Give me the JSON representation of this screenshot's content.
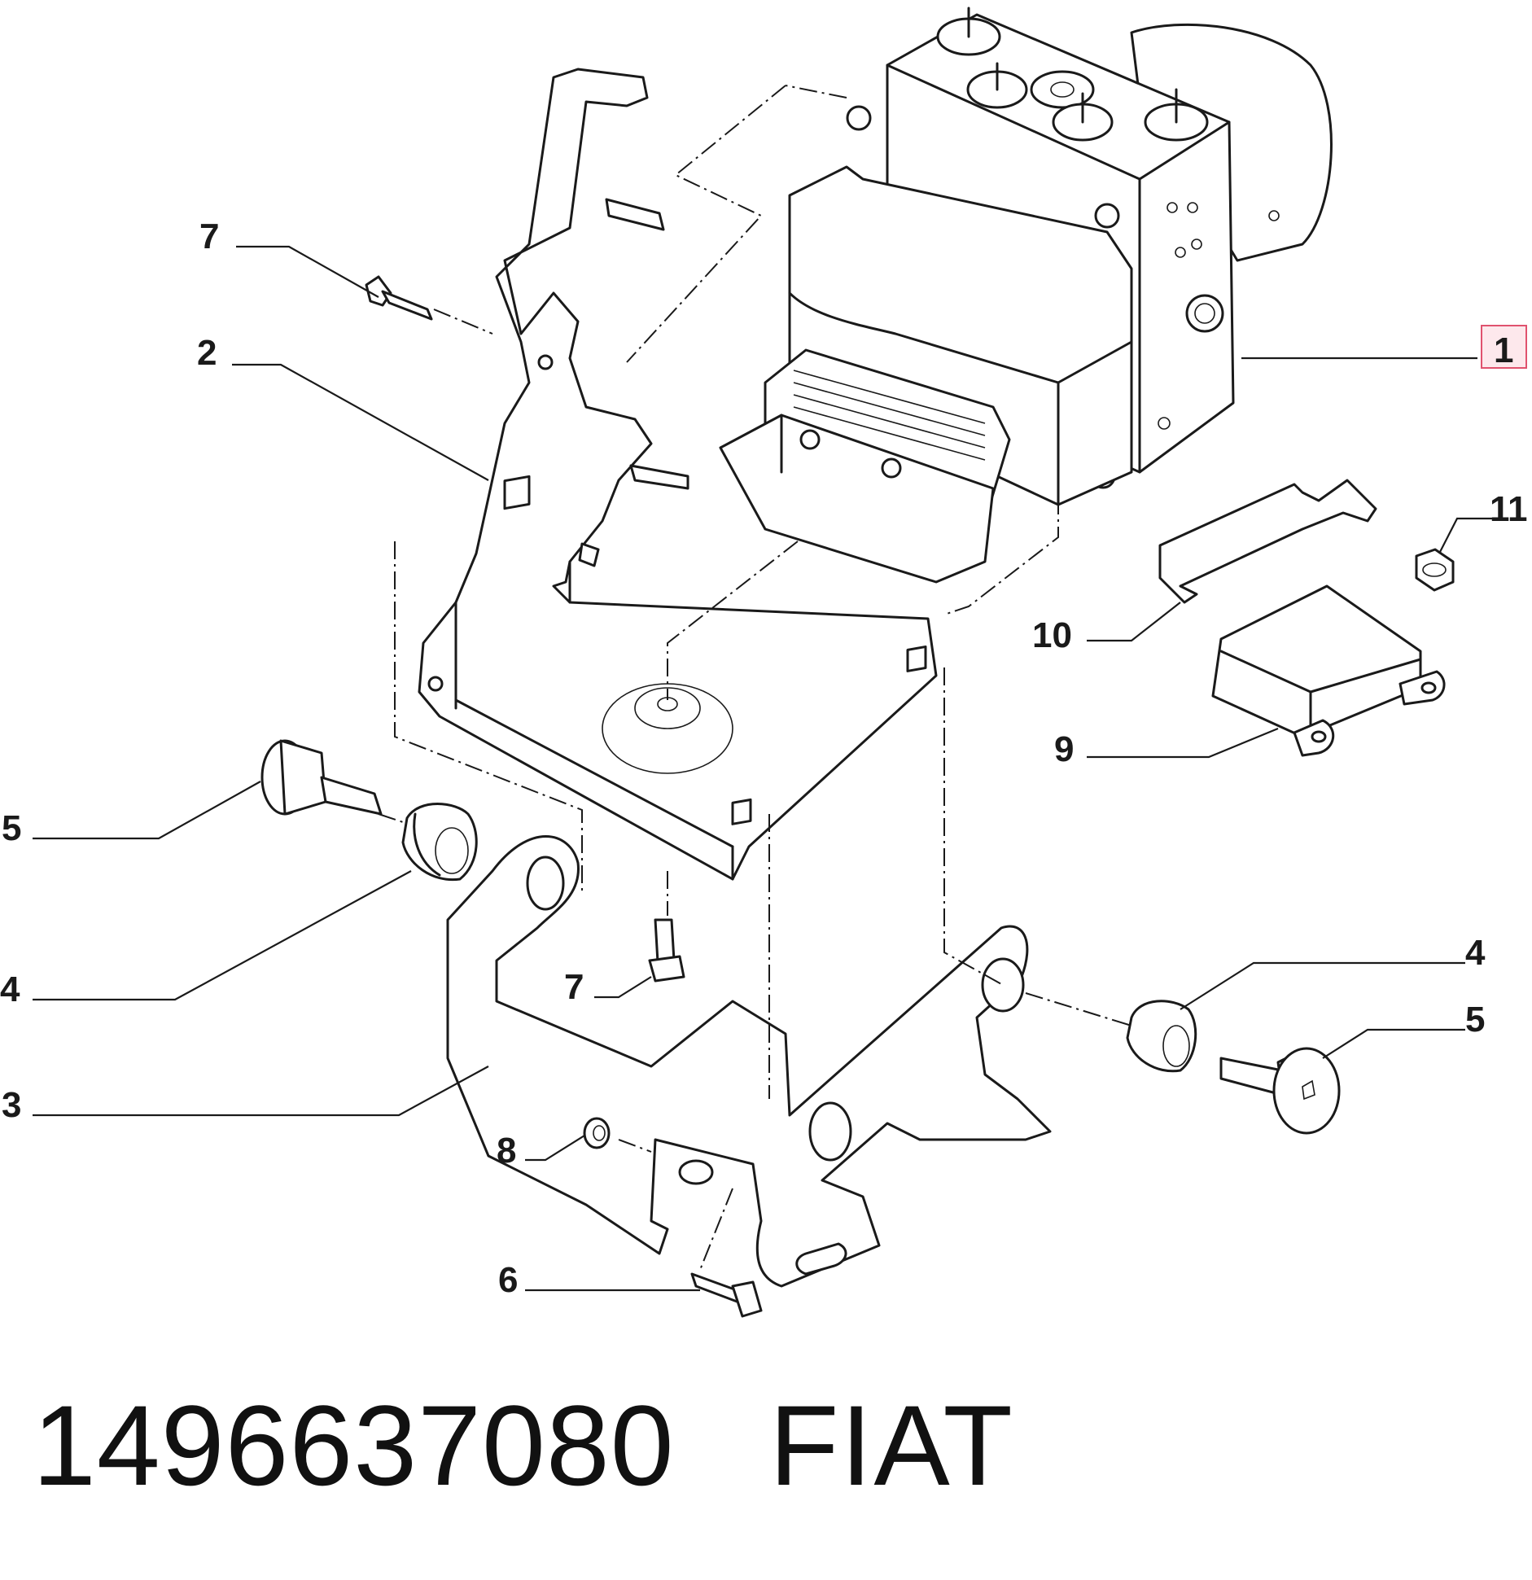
{
  "callouts": {
    "c1": "1",
    "c2": "2",
    "c3": "3",
    "c4a": "4",
    "c4b": "4",
    "c5a": "5",
    "c5b": "5",
    "c6": "6",
    "c7a": "7",
    "c7b": "7",
    "c8": "8",
    "c9": "9",
    "c10": "10",
    "c11": "11"
  },
  "caption": {
    "part_number": "1496637080",
    "brand": "FIAT"
  },
  "colors": {
    "line": "#1a1a1a",
    "highlight_box_fill": "#fde8ec",
    "highlight_box_stroke": "#e0526e"
  }
}
